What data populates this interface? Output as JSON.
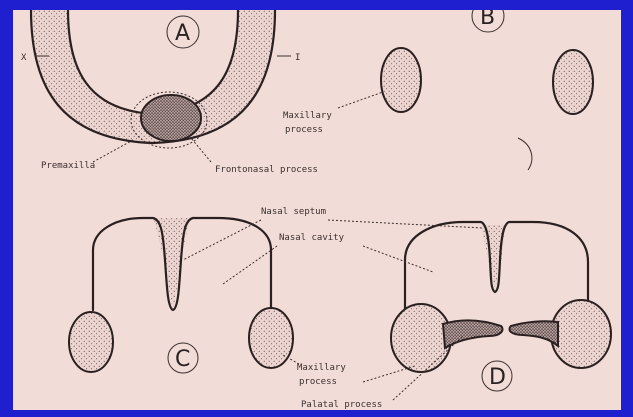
{
  "panels": {
    "a": "A",
    "b": "B",
    "c": "C",
    "d": "D"
  },
  "axis_marks": {
    "left": "X",
    "right": "I"
  },
  "labels": {
    "maxillary_process_top": [
      "Maxillary",
      "process"
    ],
    "premaxilla": "Premaxilla",
    "frontonasal_process": "Frontonasal process",
    "nasal_septum": "Nasal septum",
    "nasal_cavity": "Nasal cavity",
    "maxillary_process_bottom": [
      "Maxillary",
      "process"
    ],
    "palatal_process": "Palatal process"
  }
}
